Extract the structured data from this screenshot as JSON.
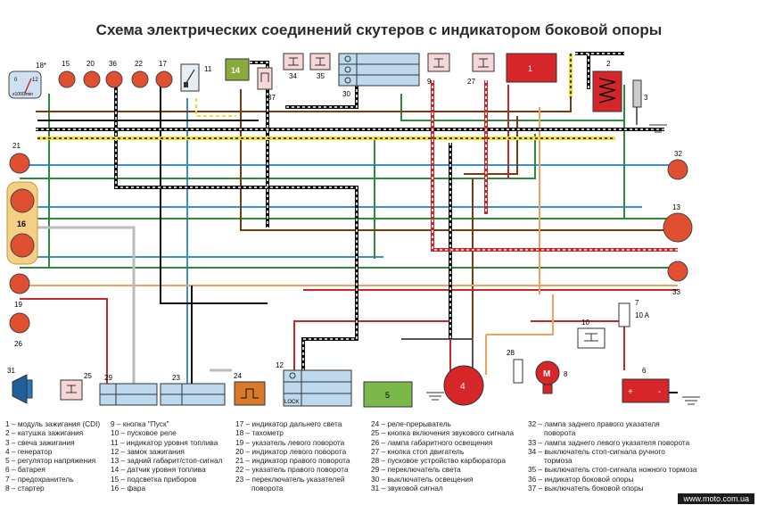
{
  "title": "Схема электрических соединений скутеров с индикатором боковой опоры",
  "gauge": {
    "top_label": "18*",
    "scale_labels": [
      "0",
      "12"
    ],
    "unit": "x1000/min"
  },
  "component_numbers": {
    "n1": "1",
    "n2": "2",
    "n3": "3",
    "n4": "4",
    "n5": "5",
    "n6": "6",
    "n7": "7",
    "n8": "8",
    "n9": "9",
    "n10": "10",
    "n11": "11",
    "n12": "12",
    "n13": "13",
    "n14": "14",
    "n15": "15",
    "n16": "16",
    "n17": "17",
    "n19": "19",
    "n20": "20",
    "n21": "21",
    "n22": "22",
    "n23": "23",
    "n24": "24",
    "n25": "25",
    "n26": "26",
    "n27": "27",
    "n28": "28",
    "n29": "29",
    "n30": "30",
    "n31": "31",
    "n32": "32",
    "n33": "33",
    "n34": "34",
    "n35": "35",
    "n36": "36",
    "n37": "37"
  },
  "fuse_label": "10 A",
  "lock_label": "LOCK",
  "battery_signs": [
    "+",
    "-"
  ],
  "motor_label": "M",
  "legend": {
    "col1": [
      "1 – модуль зажигания (CDI)",
      "2 – катушка зажигания",
      "3 – свеча зажигания",
      "4 – генератор",
      "5 – регулятор напряжения",
      "6 – батарея",
      "7 – предохранитель",
      "8 – стартер"
    ],
    "col2": [
      "9 – кнопка \"Пуск\"",
      "10 – пусковое реле",
      "11 – индикатор уровня топлива",
      "12 – замок зажигания",
      "13 – задний габарит/стоп-сигнал",
      "14 – датчик уровня топлива",
      "15 – подсветка приборов",
      "16 – фара"
    ],
    "col3": [
      "17 – индикатор дальнего света",
      "18 – тахометр",
      "19 – указатель левого поворота",
      "20 – индикатор левого поворота",
      "21 – индикатор правого поворота",
      "22 – указатель правого поворота",
      "23 – переключатель указателей",
      "поворота"
    ],
    "col4": [
      "24 – реле-прерыватель",
      "25 – кнопка включения звукового сигнала",
      "26 – лампа габаритного освещения",
      "27 – кнопка стоп двигатель",
      "28 – пусковое устройство карбюратора",
      "29 – переключатель света",
      "30 – выключатель освещения",
      "31 – звуковой сигнал"
    ],
    "col5": [
      "32 – лампа заднего правого указателя",
      "поворота",
      "33 – лампа заднего левого указателя поворота",
      "34 – выключатель стоп-сигнала ручного",
      "тормоза",
      "35 – выключатель стоп-сигнала ножного тормоза",
      "36 – индикатор боковой опоры",
      "37 – выключатель боковой опоры"
    ]
  },
  "footer": "www.moto.com.ua",
  "colors": {
    "green": "#2e8a3c",
    "blue": "#3a8fd0",
    "red": "#c62828",
    "brown": "#7a3a12",
    "orange": "#f0a060",
    "black": "#111111",
    "yellow": "#f2df2a",
    "lamp": "#e05030",
    "box": "#bcd9ee",
    "module": "#d6262a",
    "regulator": "#7bb84a",
    "sensor": "#8aaa3c"
  }
}
